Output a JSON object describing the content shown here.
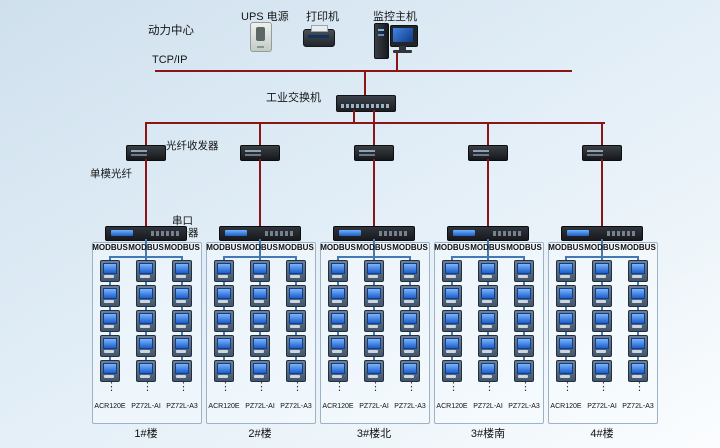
{
  "labels": {
    "power_center": "动力中心",
    "tcpip": "TCP/IP",
    "ups": "UPS 电源",
    "printer": "打印机",
    "host": "监控主机",
    "switch": "工业交换机",
    "fiber_transceiver": "光纤收发器",
    "single_mode_fiber": "单模光纤",
    "serial_server_1": "串口",
    "serial_server_2": "服务器"
  },
  "ellipsis": "⋮",
  "colors": {
    "red_line": "#8b1515",
    "blue_line": "#4579b5"
  },
  "groups": [
    {
      "building": "1#楼",
      "columns": [
        {
          "bus_label": "MODBUS",
          "model": "ACR120E",
          "meter_count": 5
        },
        {
          "bus_label": "MODBUS",
          "model": "PZ72L-AI",
          "meter_count": 5
        },
        {
          "bus_label": "MODBUS",
          "model": "PZ72L-A3",
          "meter_count": 5
        }
      ]
    },
    {
      "building": "2#楼",
      "columns": [
        {
          "bus_label": "MODBUS",
          "model": "ACR120E",
          "meter_count": 5
        },
        {
          "bus_label": "MODBUS",
          "model": "PZ72L-AI",
          "meter_count": 5
        },
        {
          "bus_label": "MODBUS",
          "model": "PZ72L-A3",
          "meter_count": 5
        }
      ]
    },
    {
      "building": "3#楼北",
      "columns": [
        {
          "bus_label": "MODBUS",
          "model": "ACR120E",
          "meter_count": 5
        },
        {
          "bus_label": "MODBUS",
          "model": "PZ72L-AI",
          "meter_count": 5
        },
        {
          "bus_label": "MODBUS",
          "model": "PZ72L-A3",
          "meter_count": 5
        }
      ]
    },
    {
      "building": "3#楼南",
      "columns": [
        {
          "bus_label": "MODBUS",
          "model": "ACR120E",
          "meter_count": 5
        },
        {
          "bus_label": "MODBUS",
          "model": "PZ72L-AI",
          "meter_count": 5
        },
        {
          "bus_label": "MODBUS",
          "model": "PZ72L-A3",
          "meter_count": 5
        }
      ]
    },
    {
      "building": "4#楼",
      "columns": [
        {
          "bus_label": "MODBUS",
          "model": "ACR120E",
          "meter_count": 5
        },
        {
          "bus_label": "MODBUS",
          "model": "PZ72L-AI",
          "meter_count": 5
        },
        {
          "bus_label": "MODBUS",
          "model": "PZ72L-A3",
          "meter_count": 5
        }
      ]
    }
  ]
}
